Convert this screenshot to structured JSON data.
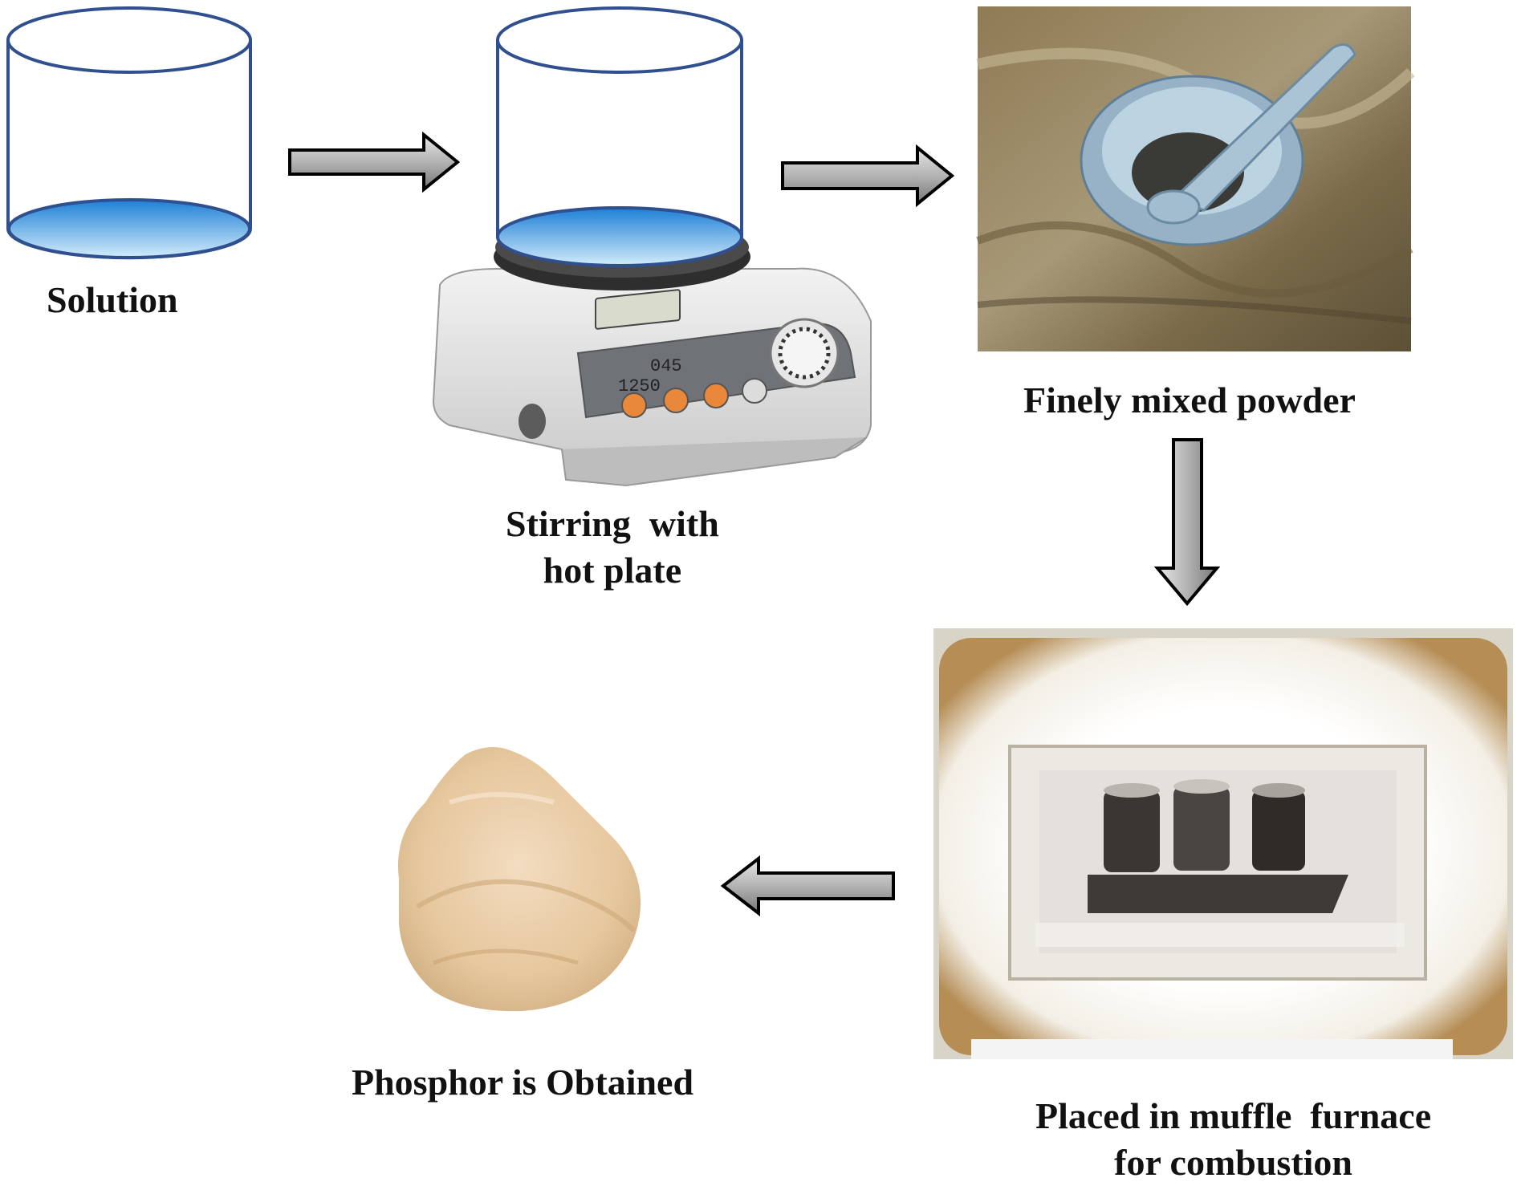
{
  "steps": {
    "solution": {
      "label": "Solution"
    },
    "stirring": {
      "line1": "Stirring  with",
      "line2": "hot plate"
    },
    "powder": {
      "label": "Finely mixed powder"
    },
    "furnace": {
      "line1": "Placed in muffle  furnace",
      "line2": "for combustion"
    },
    "phosphor": {
      "label": "Phosphor is Obtained"
    }
  },
  "hot_plate_display": {
    "top_value": "045",
    "bottom_value": "1250"
  },
  "colors": {
    "beaker_outline": "#2f4f8f",
    "liquid_top": "#1e7fd6",
    "liquid_bottom": "#cfe9fb",
    "arrow_fill": "#b8b8b8",
    "arrow_outline": "#000000"
  }
}
